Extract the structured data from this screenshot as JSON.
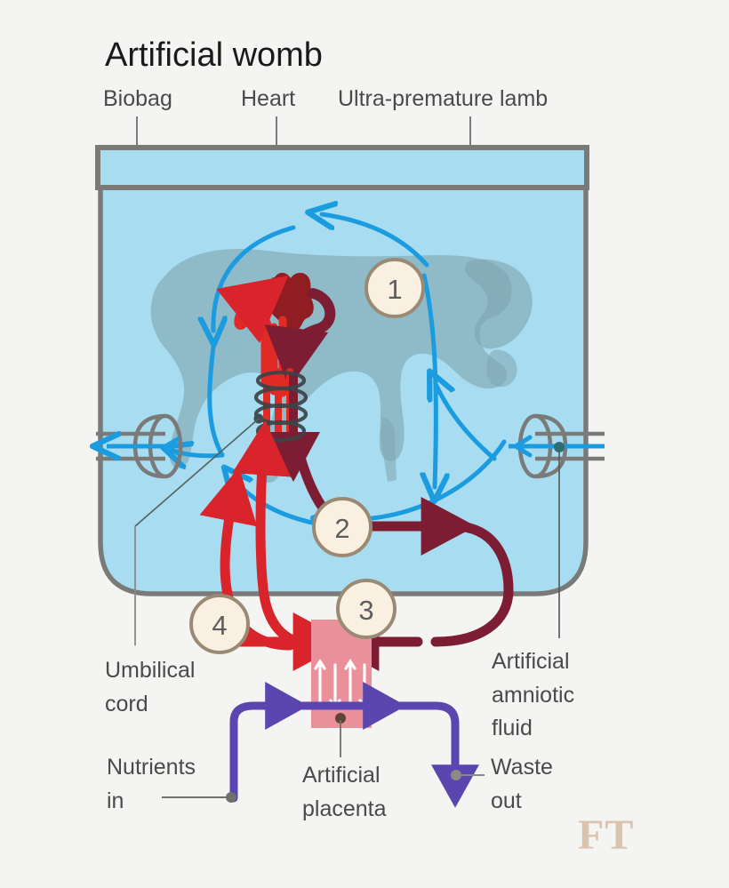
{
  "title": "Artificial womb",
  "background_color": "#f4f4f2",
  "credit": {
    "logo_text": "FT"
  },
  "labels": {
    "biobag": "Biobag",
    "heart": "Heart",
    "lamb": "Ultra-premature lamb",
    "umbilical_cord_line1": "Umbilical",
    "umbilical_cord_line2": "cord",
    "amniotic_line1": "Artificial",
    "amniotic_line2": "amniotic",
    "amniotic_line3": "fluid",
    "nutrients_line1": "Nutrients",
    "nutrients_line2": "in",
    "placenta_line1": "Artificial",
    "placenta_line2": "placenta",
    "waste_line1": "Waste",
    "waste_line2": "out"
  },
  "steps": [
    {
      "id": "1",
      "number": "1"
    },
    {
      "id": "2",
      "number": "2"
    },
    {
      "id": "3",
      "number": "3"
    },
    {
      "id": "4",
      "number": "4"
    }
  ],
  "colors": {
    "fluid": "#a8dcf0",
    "bag_stroke": "#7a7a78",
    "lamb": "#8fb0bb",
    "artery_bright": "#e02a26",
    "vein_dark": "#7d1d33",
    "heart": "#8f1d22",
    "amniotic_arrow": "#1b9ce0",
    "placenta_box": "#e9909a",
    "nutrient_line": "#5b46b0",
    "badge_fill": "#f9f0e1",
    "badge_stroke": "#9a8a74",
    "leader": "#6f6f6d",
    "ft": "#dbc3b0"
  }
}
